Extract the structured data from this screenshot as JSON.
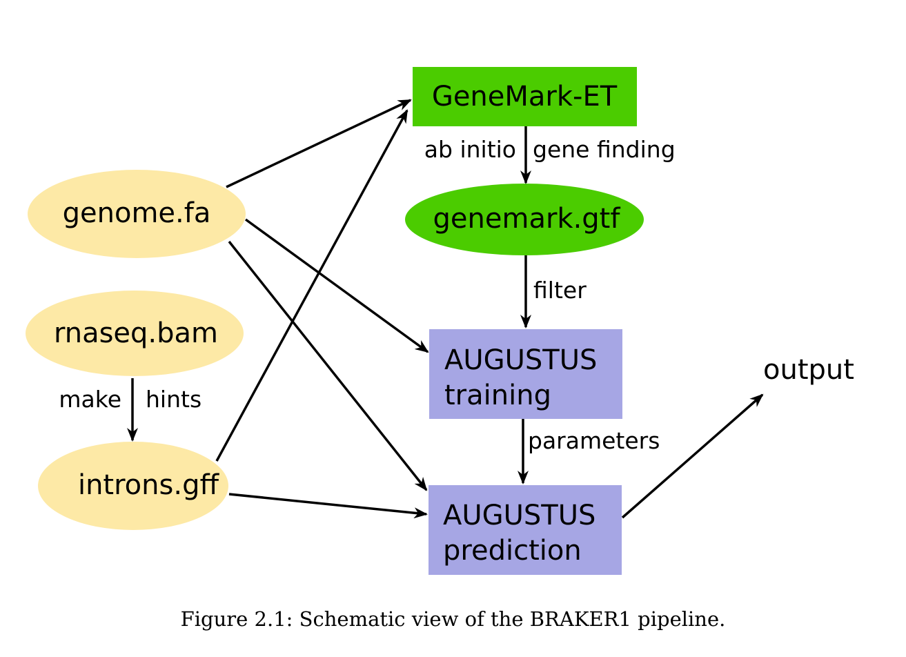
{
  "colors": {
    "input_node": "#fde9a6",
    "genemark": "#4bcc00",
    "augustus": "#a6a6e4",
    "edge": "#000000"
  },
  "nodes": {
    "genome": "genome.fa",
    "rnaseq": "rnaseq.bam",
    "introns": "introns.gff",
    "genemark_et": "GeneMark-ET",
    "genemark_gtf": "genemark.gtf",
    "augustus_training_1": "AUGUSTUS",
    "augustus_training_2": "training",
    "augustus_prediction_1": "AUGUSTUS",
    "augustus_prediction_2": "prediction",
    "output": "output"
  },
  "edge_labels": {
    "ab_initio": "ab initio",
    "gene_finding": "gene finding",
    "filter": "filter",
    "make": "make",
    "hints": "hints",
    "parameters": "parameters"
  },
  "edges": [
    {
      "from": "genome.fa",
      "to": "GeneMark-ET"
    },
    {
      "from": "genome.fa",
      "to": "AUGUSTUS training"
    },
    {
      "from": "genome.fa",
      "to": "AUGUSTUS prediction"
    },
    {
      "from": "introns.gff",
      "to": "GeneMark-ET"
    },
    {
      "from": "introns.gff",
      "to": "AUGUSTUS prediction"
    },
    {
      "from": "rnaseq.bam",
      "to": "introns.gff",
      "label": "make hints"
    },
    {
      "from": "GeneMark-ET",
      "to": "genemark.gtf",
      "label": "ab initio gene finding"
    },
    {
      "from": "genemark.gtf",
      "to": "AUGUSTUS training",
      "label": "filter"
    },
    {
      "from": "AUGUSTUS training",
      "to": "AUGUSTUS prediction",
      "label": "parameters"
    },
    {
      "from": "AUGUSTUS prediction",
      "to": "output"
    }
  ],
  "caption": "Figure 2.1: Schematic view of the BRAKER1 pipeline."
}
